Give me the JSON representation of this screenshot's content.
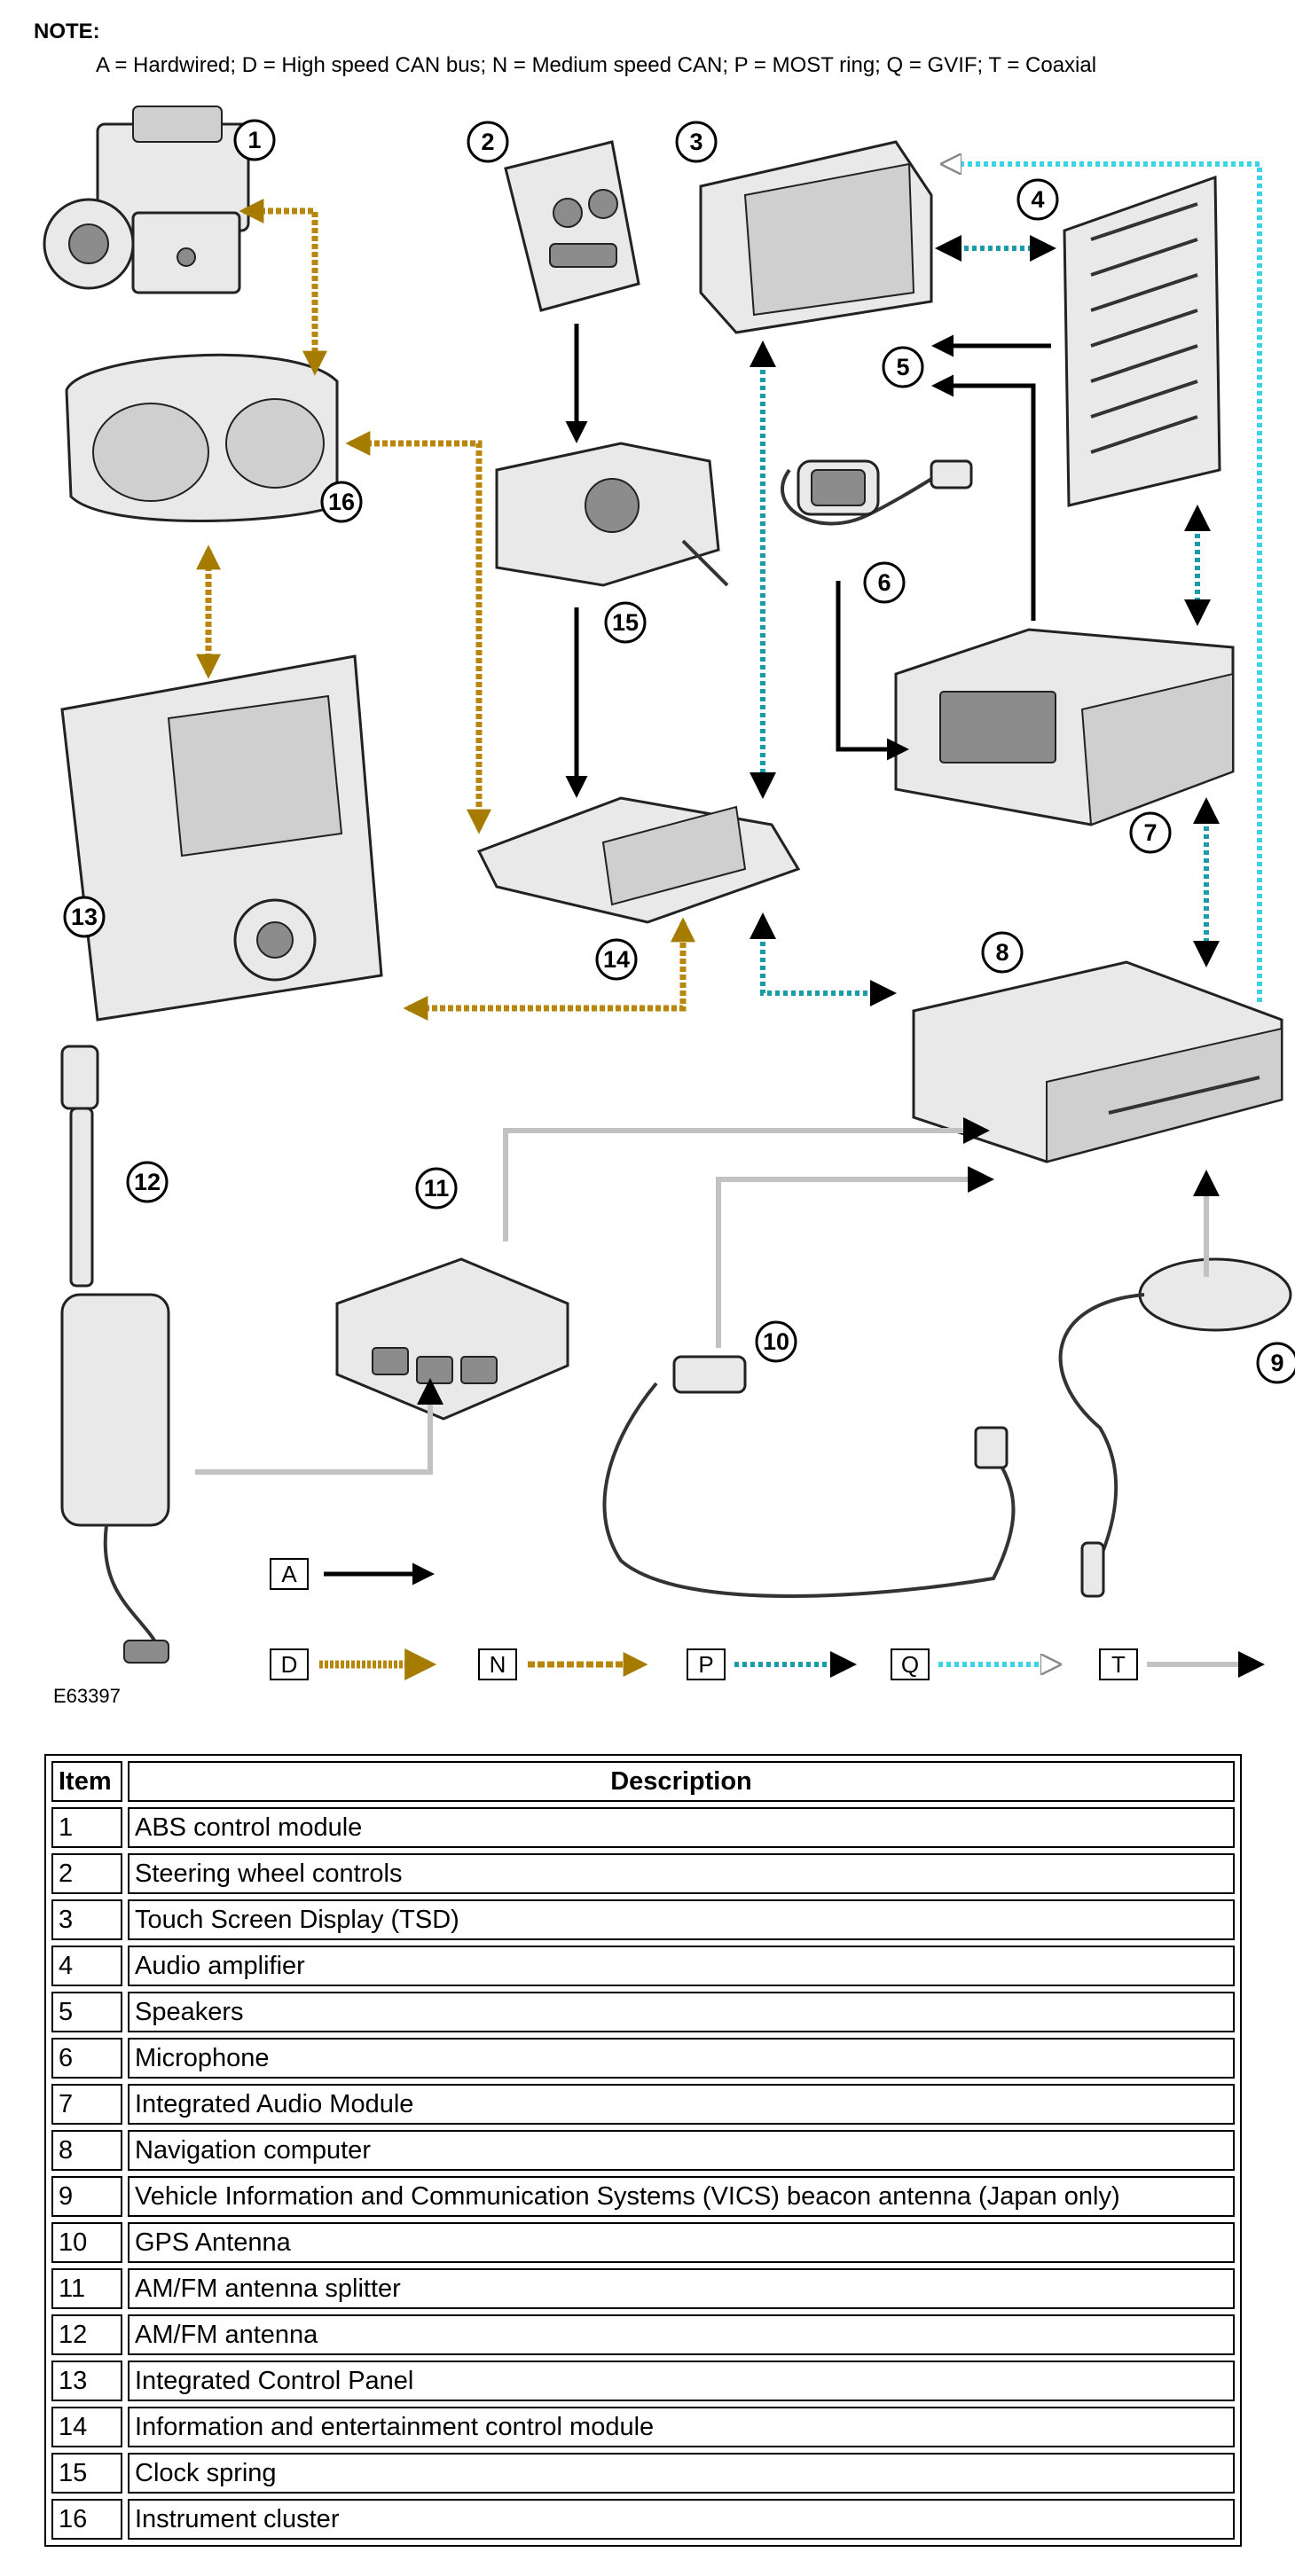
{
  "note": {
    "title": "NOTE:",
    "text": "A = Hardwired; D = High speed CAN bus; N = Medium speed CAN; P = MOST ring; Q = GVIF; T = Coaxial"
  },
  "figure_id": "E63397",
  "callouts": [
    "1",
    "2",
    "3",
    "4",
    "5",
    "6",
    "7",
    "8",
    "9",
    "10",
    "11",
    "12",
    "13",
    "14",
    "15",
    "16"
  ],
  "legend": [
    {
      "code": "A",
      "style": "black-solid-arrow",
      "color": "#000000"
    },
    {
      "code": "D",
      "style": "gold-double-dashed-arrow",
      "color": "#b8860b"
    },
    {
      "code": "N",
      "style": "gold-dashed-arrow",
      "color": "#b8860b"
    },
    {
      "code": "P",
      "style": "teal-dotted-arrow",
      "color": "#1b9aaa"
    },
    {
      "code": "Q",
      "style": "cyan-dotted-open-arrow",
      "color": "#3ad4e6"
    },
    {
      "code": "T",
      "style": "grey-solid-arrow",
      "color": "#b8b8b8"
    }
  ],
  "table": {
    "headers": [
      "Item",
      "Description"
    ],
    "rows": [
      [
        "1",
        "ABS control module"
      ],
      [
        "2",
        "Steering wheel controls"
      ],
      [
        "3",
        "Touch Screen Display (TSD)"
      ],
      [
        "4",
        "Audio amplifier"
      ],
      [
        "5",
        "Speakers"
      ],
      [
        "6",
        "Microphone"
      ],
      [
        "7",
        "Integrated Audio Module"
      ],
      [
        "8",
        "Navigation computer"
      ],
      [
        "9",
        "Vehicle Information and Communication Systems (VICS) beacon antenna (Japan only)"
      ],
      [
        "10",
        "GPS Antenna"
      ],
      [
        "11",
        "AM/FM antenna splitter"
      ],
      [
        "12",
        "AM/FM antenna"
      ],
      [
        "13",
        "Integrated Control Panel"
      ],
      [
        "14",
        "Information and entertainment control module"
      ],
      [
        "15",
        "Clock spring"
      ],
      [
        "16",
        "Instrument cluster"
      ]
    ]
  }
}
